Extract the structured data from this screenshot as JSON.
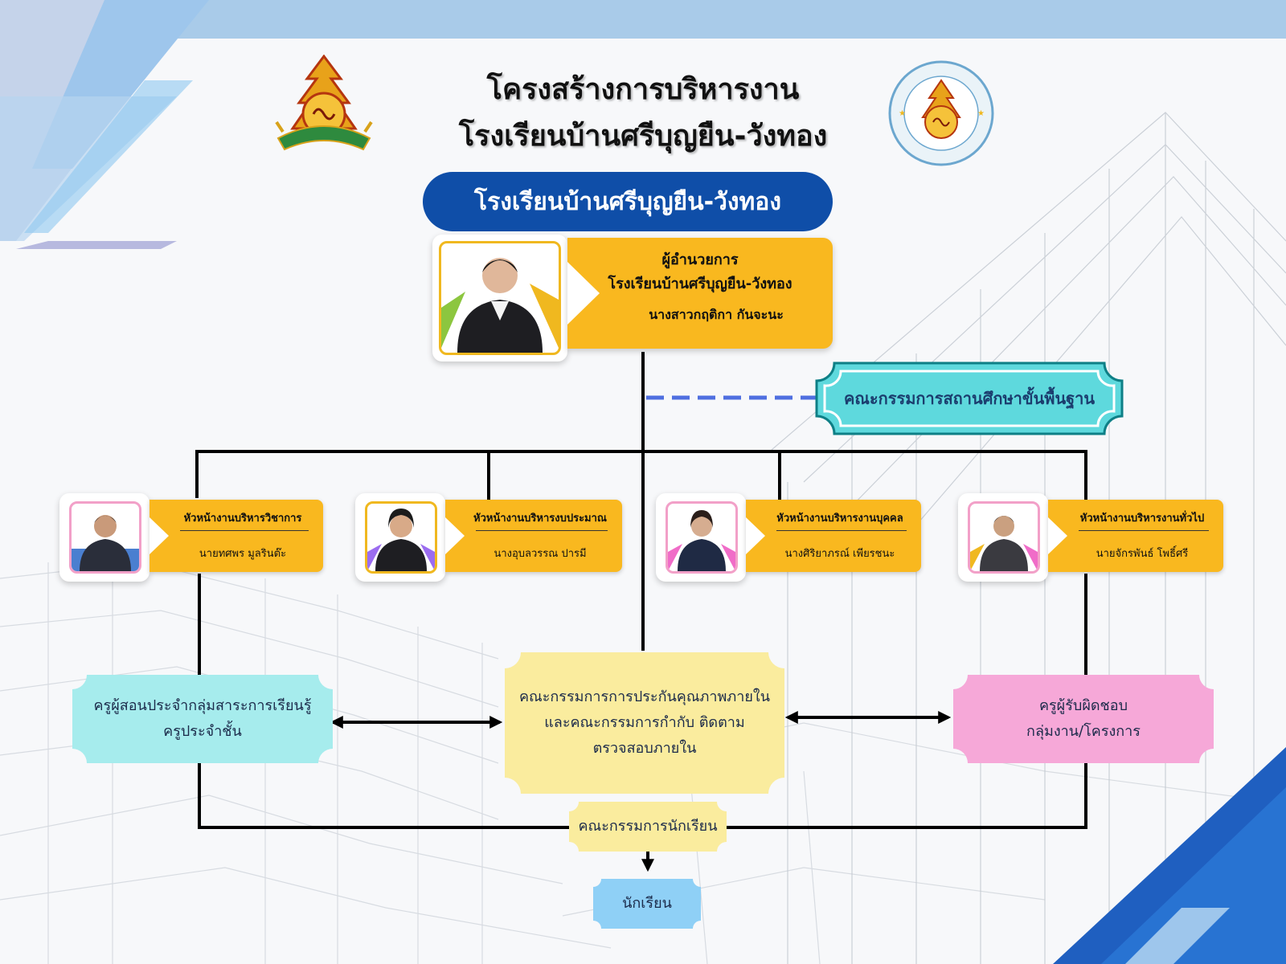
{
  "header": {
    "title_line1": "โครงสร้างการบริหารงาน",
    "title_line2": "โรงเรียนบ้านศรีบุญยืน-วังทอง",
    "school_badge": "โรงเรียนบ้านศรีบุญยืน-วังทอง"
  },
  "director": {
    "position": "ผู้อำนวยการ",
    "school": "โรงเรียนบ้านศรีบุญยืน-วังทอง",
    "name": "นางสาวกฤติกา กันจะนะ"
  },
  "board": {
    "label": "คณะกรรมการสถานศึกษาขั้นพื้นฐาน"
  },
  "heads": [
    {
      "title": "หัวหน้างานบริหารวิชาการ",
      "name": "นายทศพร มูลรินต๊ะ"
    },
    {
      "title": "หัวหน้างานบริหารงบประมาณ",
      "name": "นางอุบลวรรณ ปารมี"
    },
    {
      "title": "หัวหน้างานบริหารงานบุคคล",
      "name": "นางศิริยาภรณ์ เพียรชนะ"
    },
    {
      "title": "หัวหน้างานบริหารงานทั่วไป",
      "name": "นายจักรพันธ์ โพธิ์ศรี"
    }
  ],
  "boxes": {
    "teachers": {
      "line1": "ครูผู้สอนประจำกลุ่มสาระการเรียนรู้",
      "line2": "ครูประจำชั้น"
    },
    "quality": {
      "line1": "คณะกรรมการการประกันคุณภาพภายใน",
      "line2": "และคณะกรรมการกำกับ ติดตาม",
      "line3": "ตรวจสอบภายใน"
    },
    "responsible": {
      "line1": "ครูผู้รับผิดชอบ",
      "line2": "กลุ่มงาน/โครงการ"
    },
    "student_council": "คณะกรรมการนักเรียน",
    "students": "นักเรียน"
  },
  "colors": {
    "banner_yellow": "#f9b81f",
    "school_blue": "#0f4ea8",
    "board_cyan": "#5ed9dd",
    "teacher_cyan": "#a6eced",
    "quality_yellow": "#faec9e",
    "responsible_pink": "#f6a8d8",
    "student_blue": "#8fd0f6",
    "dashed_blue": "#4f6fe0"
  }
}
